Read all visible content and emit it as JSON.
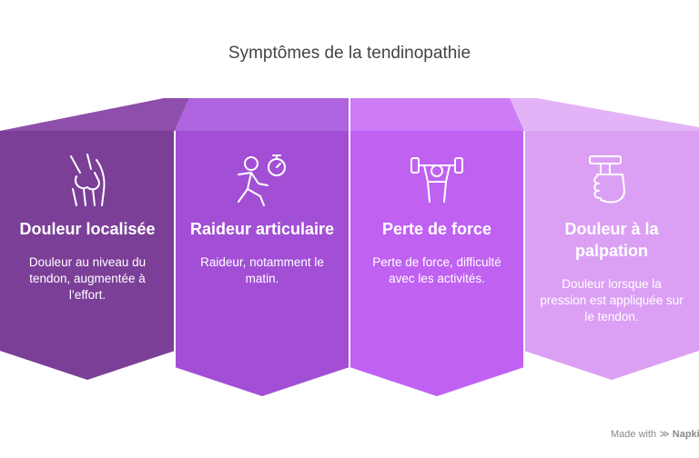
{
  "title": "Symptômes de la tendinopathie",
  "cards": [
    {
      "heading": "Douleur localisée",
      "description": "Douleur au niveau du tendon, augmentée à l’effort.",
      "icon": "knee-joint-icon",
      "color_face": "#7b3f98",
      "color_top": "#8d4fab"
    },
    {
      "heading": "Raideur articulaire",
      "description": "Raideur, notamment le matin.",
      "icon": "running-person-stopwatch-icon",
      "color_face": "#a24fd6",
      "color_top": "#b063de"
    },
    {
      "heading": "Perte de force",
      "description": "Perte de force, difficulté avec les activités.",
      "icon": "weightlifter-icon",
      "color_face": "#c061f2",
      "color_top": "#cd7cf6"
    },
    {
      "heading": "Douleur à la palpation",
      "description": "Douleur lorsque la pression est appliquée sur le tendon.",
      "icon": "hand-grip-icon",
      "color_face": "#dba0f4",
      "color_top": "#e3b3f7"
    }
  ],
  "footer": {
    "made_with": "Made with",
    "brand": "Napkin"
  }
}
